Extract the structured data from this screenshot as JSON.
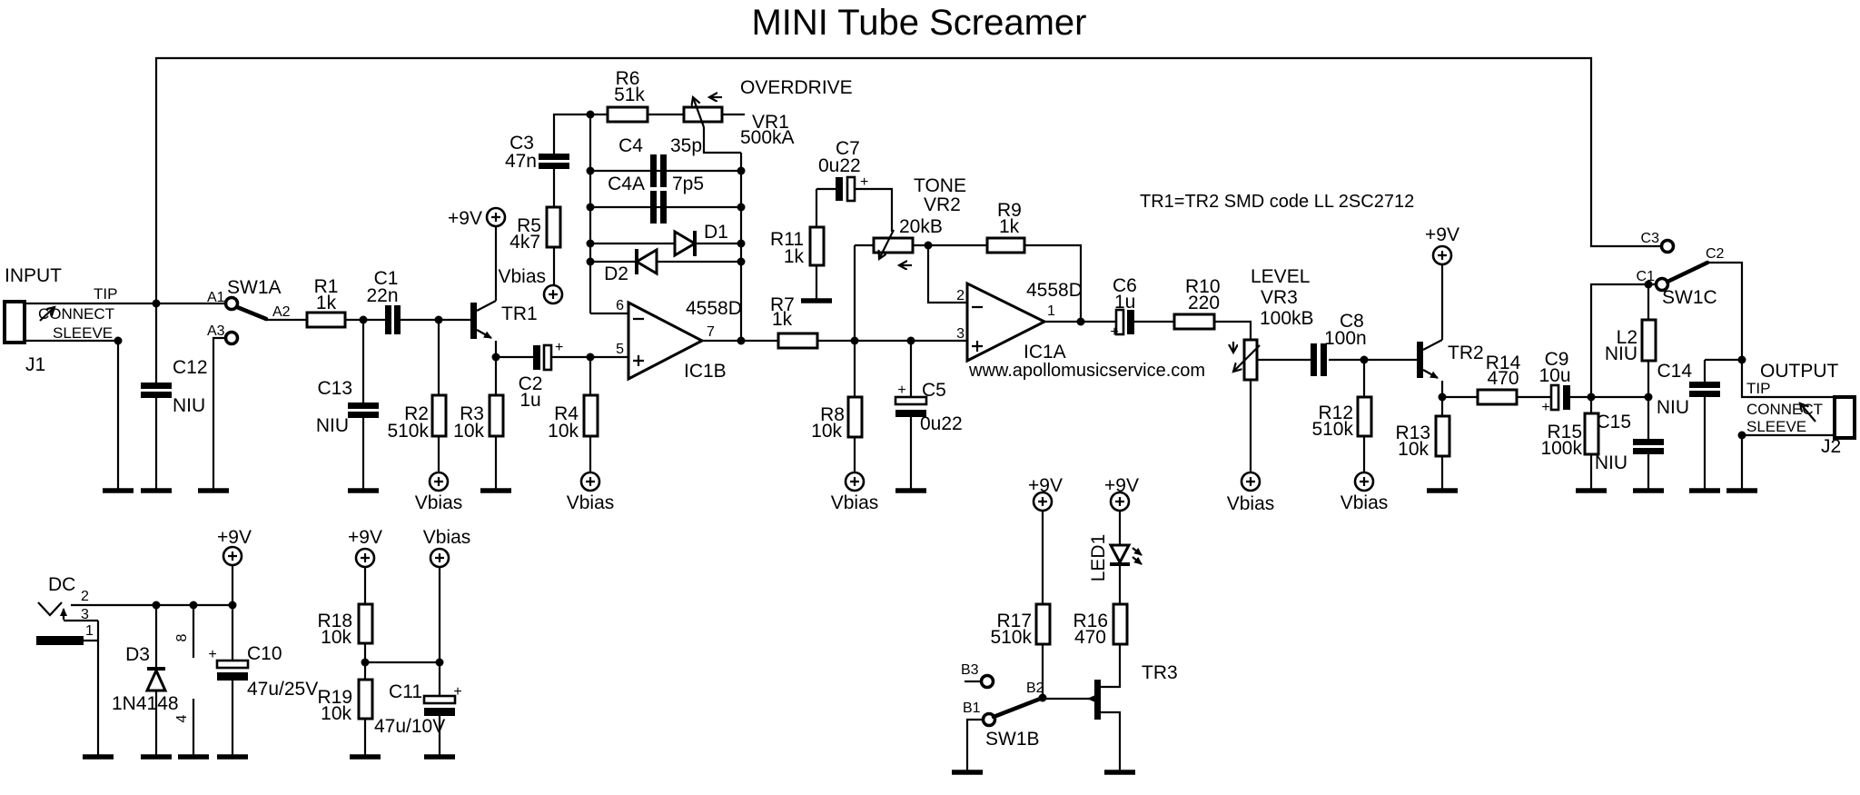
{
  "title": "MINI Tube Screamer",
  "note": "TR1=TR2 SMD code LL 2SC2712",
  "website": "www.apollomusicservice.com",
  "colors": {
    "ink": "#000000",
    "background": "#ffffff"
  },
  "shared": {
    "p9v": "+9V",
    "vbias": "Vbias",
    "plus": "+"
  },
  "controls": {
    "overdrive": "OVERDRIVE",
    "tone": "TONE",
    "level": "LEVEL"
  },
  "input_jack": {
    "title": "INPUT",
    "ref": "J1",
    "tip": "TIP",
    "connect": "CONNECT",
    "sleeve": "SLEEVE"
  },
  "output_jack": {
    "title": "OUTPUT",
    "ref": "J2",
    "tip": "TIP",
    "connect": "CONNECT",
    "sleeve": "SLEEVE"
  },
  "dc_jack": {
    "label": "DC",
    "pin1": "1",
    "pin2": "2",
    "pin3": "3"
  },
  "ic_power": {
    "pin8": "8",
    "pin4": "4"
  },
  "opamps": {
    "IC1B": {
      "ref": "IC1B",
      "part": "4558D",
      "pin_out": "7",
      "pin_inv": "6",
      "pin_nin": "5"
    },
    "IC1A": {
      "ref": "IC1A",
      "part": "4558D",
      "pin_out": "1",
      "pin_inv": "2",
      "pin_nin": "3"
    }
  },
  "switches": {
    "SW1A": {
      "ref": "SW1A",
      "t1": "A1",
      "t2": "A2",
      "t3": "A3"
    },
    "SW1B": {
      "ref": "SW1B",
      "t1": "B1",
      "t2": "B2",
      "t3": "B3"
    },
    "SW1C": {
      "ref": "SW1C",
      "t1": "C1",
      "t2": "C2",
      "t3": "C3"
    }
  },
  "components": {
    "R1": {
      "ref": "R1",
      "value": "1k"
    },
    "R2": {
      "ref": "R2",
      "value": "510k"
    },
    "R3": {
      "ref": "R3",
      "value": "10k"
    },
    "R4": {
      "ref": "R4",
      "value": "10k"
    },
    "R5": {
      "ref": "R5",
      "value": "4k7"
    },
    "R6": {
      "ref": "R6",
      "value": "51k"
    },
    "R7": {
      "ref": "R7",
      "value": "1k"
    },
    "R8": {
      "ref": "R8",
      "value": "10k"
    },
    "R9": {
      "ref": "R9",
      "value": "1k"
    },
    "R10": {
      "ref": "R10",
      "value": "220"
    },
    "R11": {
      "ref": "R11",
      "value": "1k"
    },
    "R12": {
      "ref": "R12",
      "value": "510k"
    },
    "R13": {
      "ref": "R13",
      "value": "10k"
    },
    "R14": {
      "ref": "R14",
      "value": "470"
    },
    "R15": {
      "ref": "R15",
      "value": "100k"
    },
    "R16": {
      "ref": "R16",
      "value": "470"
    },
    "R17": {
      "ref": "R17",
      "value": "510k"
    },
    "R18": {
      "ref": "R18",
      "value": "10k"
    },
    "R19": {
      "ref": "R19",
      "value": "10k"
    },
    "VR1": {
      "ref": "VR1",
      "value": "500kA"
    },
    "VR2": {
      "ref": "VR2",
      "value": "20kB"
    },
    "VR3": {
      "ref": "VR3",
      "value": "100kB"
    },
    "C1": {
      "ref": "C1",
      "value": "22n"
    },
    "C2": {
      "ref": "C2",
      "value": "1u"
    },
    "C3": {
      "ref": "C3",
      "value": "47n"
    },
    "C4": {
      "ref": "C4",
      "value": "35p"
    },
    "C4A": {
      "ref": "C4A",
      "value": "7p5"
    },
    "C5": {
      "ref": "C5",
      "value": "0u22"
    },
    "C6": {
      "ref": "C6",
      "value": "1u"
    },
    "C7": {
      "ref": "C7",
      "value": "0u22"
    },
    "C8": {
      "ref": "C8",
      "value": "100n"
    },
    "C9": {
      "ref": "C9",
      "value": "10u"
    },
    "C10": {
      "ref": "C10",
      "value": "47u/25V"
    },
    "C11": {
      "ref": "C11",
      "value": "47u/10V"
    },
    "C12": {
      "ref": "C12",
      "value": "NIU"
    },
    "C13": {
      "ref": "C13",
      "value": "NIU"
    },
    "C14": {
      "ref": "C14",
      "value": "NIU"
    },
    "C15": {
      "ref": "C15",
      "value": "NIU"
    },
    "L2": {
      "ref": "L2",
      "value": "NIU"
    },
    "D1": {
      "ref": "D1"
    },
    "D2": {
      "ref": "D2"
    },
    "D3": {
      "ref": "D3",
      "value": "1N4148"
    },
    "LED1": {
      "ref": "LED1"
    },
    "TR1": {
      "ref": "TR1"
    },
    "TR2": {
      "ref": "TR2"
    },
    "TR3": {
      "ref": "TR3"
    }
  }
}
